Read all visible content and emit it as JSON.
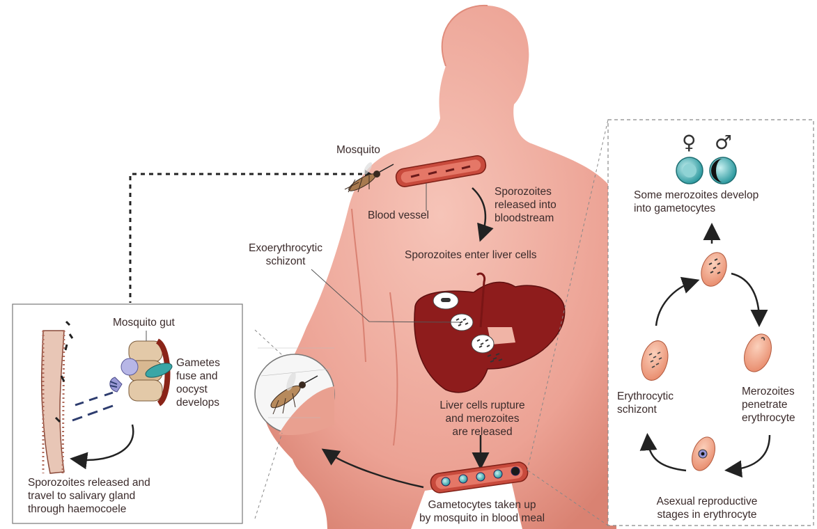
{
  "labels": {
    "mosquito": "Mosquito",
    "blood_vessel": "Blood vessel",
    "sporozoites_released_bloodstream": "Sporozoites\nreleased into\nbloodstream",
    "sporozoites_enter_liver": "Sporozoites enter liver cells",
    "exoerythrocytic_schizont": "Exoerythrocytic\nschizont",
    "liver_cells_rupture": "Liver cells rupture\nand merozoites\nare released",
    "gametocytes_taken_up": "Gametocytes taken up\nby mosquito in blood meal",
    "mosquito_gut": "Mosquito gut",
    "gametes_fuse": "Gametes\nfuse and\noocyst\ndevelops",
    "sporozoites_travel": "Sporozoites released and\ntravel to salivary gland\nthrough haemocoele",
    "some_merozoites": "Some merozoites develop\ninto gametocytes",
    "erythrocytic_schizont": "Erythrocytic\nschizont",
    "merozoites_penetrate": "Merozoites\npenetrate\nerythrocyte",
    "asexual_stages": "Asexual reproductive\nstages in erythrocyte",
    "female_symbol": "♀",
    "male_symbol": "♂"
  },
  "colors": {
    "skin": "#eba395",
    "skin_shadow": "#d98577",
    "liver": "#8e1c1c",
    "vessel": "#c84a3c",
    "cell": "#f0a283",
    "gametocyte": "#4ab2b6"
  }
}
